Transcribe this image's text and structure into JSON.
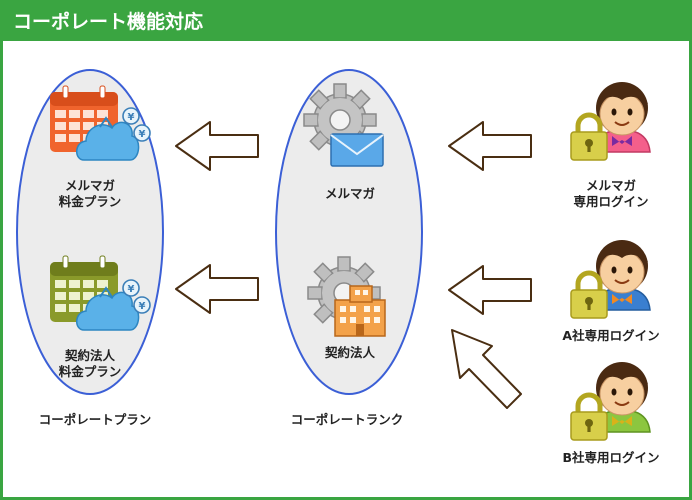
{
  "title": "コーポレート機能対応",
  "columns": {
    "plan": {
      "label": "コーポレートプラン",
      "items": [
        {
          "line1": "メルマガ",
          "line2": "料金プラン"
        },
        {
          "line1": "契約法人",
          "line2": "料金プラン"
        }
      ]
    },
    "rank": {
      "label": "コーポレートランク",
      "items": [
        {
          "label": "メルマガ"
        },
        {
          "label": "契約法人"
        }
      ]
    },
    "login": {
      "items": [
        {
          "line1": "メルマガ",
          "line2": "専用ログイン"
        },
        {
          "label": "A社専用ログイン"
        },
        {
          "label": "B社専用ログイン"
        }
      ]
    }
  },
  "colors": {
    "accent_green": "#3aa541",
    "ellipse_stroke": "#3b5fd6",
    "ellipse_fill": "#ececec",
    "calendar_orange": "#f0642d",
    "calendar_olive": "#8a9a2a",
    "cloud_blue": "#5ab1e8",
    "arrow_stroke": "#4a2e12",
    "skin": "#f7cfa0",
    "hair": "#4a2a12",
    "shirt_pink": "#f45f8b",
    "shirt_blue": "#3a7fd0",
    "shirt_green": "#8cc63f",
    "lock": "#d8cf4a"
  },
  "icons": [
    "calendar-icon",
    "coin-bag-icon",
    "yen-coin-icon",
    "gear-icon",
    "envelope-icon",
    "building-icon",
    "person-icon",
    "padlock-icon",
    "left-arrow-icon"
  ]
}
